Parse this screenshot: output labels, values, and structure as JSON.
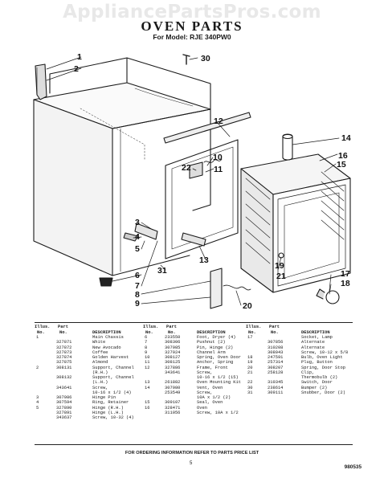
{
  "watermark": "AppliancePartsPros.com",
  "title": "OVEN PARTS",
  "subtitle": "For Model: RJE 340PW0",
  "callouts": [
    "1",
    "2",
    "30",
    "12",
    "14",
    "16",
    "15",
    "10",
    "11",
    "22",
    "3",
    "4",
    "5",
    "31",
    "13",
    "6",
    "7",
    "8",
    "9",
    "20",
    "19",
    "21",
    "17",
    "18"
  ],
  "table": {
    "headers": {
      "illus": "Illus.",
      "no": "No.",
      "part": "Part",
      "part_no": "No.",
      "desc": "DESCRIPTION"
    },
    "col1": [
      {
        "illus": "1",
        "part": "",
        "desc": "Main Chassis"
      },
      {
        "illus": "",
        "part": "327871",
        "desc": "White"
      },
      {
        "illus": "",
        "part": "327872",
        "desc": "New Avocado"
      },
      {
        "illus": "",
        "part": "327873",
        "desc": "Coffee"
      },
      {
        "illus": "",
        "part": "327874",
        "desc": "Golden Harvest"
      },
      {
        "illus": "",
        "part": "327875",
        "desc": "Almond"
      },
      {
        "illus": "2",
        "part": "308131",
        "desc": "Support, Channel"
      },
      {
        "illus": "",
        "part": "",
        "desc": "(R.H.)"
      },
      {
        "illus": "",
        "part": "308132",
        "desc": "Support, Channel"
      },
      {
        "illus": "",
        "part": "",
        "desc": "(L.H.)"
      },
      {
        "illus": "",
        "part": "343641",
        "desc": "Screw,"
      },
      {
        "illus": "",
        "part": "",
        "desc": "10-16 x 1/2 (4)"
      },
      {
        "illus": "3",
        "part": "307986",
        "desc": "Hinge Pin"
      },
      {
        "illus": "4",
        "part": "307594",
        "desc": "Ring, Retainer"
      },
      {
        "illus": "5",
        "part": "327890",
        "desc": "Hinge (R.H.)"
      },
      {
        "illus": "",
        "part": "327891",
        "desc": "Hinge (L.H.)"
      },
      {
        "illus": "",
        "part": "343637",
        "desc": "Screw, 10-32 (4)"
      }
    ],
    "col2": [
      {
        "illus": "6",
        "part": "233550",
        "desc": "Foot, Dryer (4)"
      },
      {
        "illus": "7",
        "part": "308306",
        "desc": "Pushnut (2)"
      },
      {
        "illus": "8",
        "part": "307985",
        "desc": "Pin, Hinge (2)"
      },
      {
        "illus": "9",
        "part": "327924",
        "desc": "Channel Arm"
      },
      {
        "illus": "10",
        "part": "308127",
        "desc": "Spring, Oven Door"
      },
      {
        "illus": "11",
        "part": "308125",
        "desc": "Anchor, Spring"
      },
      {
        "illus": "12",
        "part": "327886",
        "desc": "Frame, Front"
      },
      {
        "illus": "",
        "part": "343641",
        "desc": "Screw,"
      },
      {
        "illus": "",
        "part": "",
        "desc": "10-16 x 1/2 (15)"
      },
      {
        "illus": "13",
        "part": "261882",
        "desc": "Oven Mounting Kit"
      },
      {
        "illus": "14",
        "part": "307980",
        "desc": "Vent, Oven"
      },
      {
        "illus": "",
        "part": "253549",
        "desc": "Screw,"
      },
      {
        "illus": "",
        "part": "",
        "desc": "10A x 1/2 (2)"
      },
      {
        "illus": "15",
        "part": "309107",
        "desc": "Seal, Oven"
      },
      {
        "illus": "16",
        "part": "328471",
        "desc": "Oven"
      },
      {
        "illus": "",
        "part": "311056",
        "desc": "Screw, 10A x 1/2"
      }
    ],
    "col3": [
      {
        "illus": "17",
        "part": "",
        "desc": "Socket, Lamp"
      },
      {
        "illus": "",
        "part": "307856",
        "desc": "Alternate"
      },
      {
        "illus": "",
        "part": "310208",
        "desc": "Alternate"
      },
      {
        "illus": "",
        "part": "308043",
        "desc": "Screw, 10-12 x 5/8"
      },
      {
        "illus": "18",
        "part": "247591",
        "desc": "Bulb, Oven Light"
      },
      {
        "illus": "19",
        "part": "257314",
        "desc": "Plug, Button"
      },
      {
        "illus": "20",
        "part": "308207",
        "desc": "Spring, Door Stop"
      },
      {
        "illus": "21",
        "part": "258128",
        "desc": "Clip,"
      },
      {
        "illus": "",
        "part": "",
        "desc": "Thermobulb (2)"
      },
      {
        "illus": "22",
        "part": "310345",
        "desc": "Switch, Door"
      },
      {
        "illus": "30",
        "part": "238614",
        "desc": "Bumper (2)"
      },
      {
        "illus": "31",
        "part": "309111",
        "desc": "Snubber, Door (2)"
      }
    ]
  },
  "footer": "FOR ORDERING INFORMATION REFER TO PARTS PRICE LIST",
  "page_number": "5",
  "doc_number": "980535"
}
